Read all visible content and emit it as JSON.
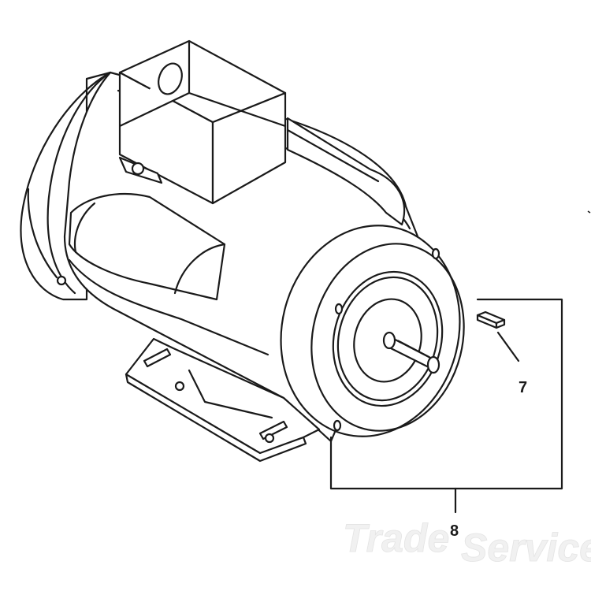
{
  "callouts": {
    "key": "7",
    "motor_assembly": "8"
  },
  "watermark": {
    "text_part1": "Trade",
    "text_part2": "Service"
  },
  "colors": {
    "line": "#1a1a1a",
    "background": "#ffffff",
    "watermark": "#e4e4e4"
  }
}
